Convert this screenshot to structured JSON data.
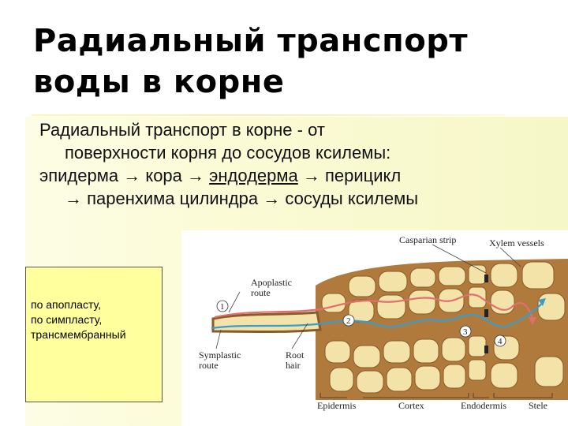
{
  "title": {
    "line1": "Радиальный транспорт",
    "line2": "воды в корне"
  },
  "bullet": {
    "line1": "Радиальный транспорт в корне - от",
    "line2": "поверхности корня до сосудов ксилемы:",
    "line3_a": "эпидерма → кора → ",
    "line3_b": "эндодерма",
    "line3_c": " →  перицикл",
    "line4": "→ паренхима цилиндра → сосуды ксилемы"
  },
  "routes_box": {
    "line1": "по апопласту,",
    "line2": "по симпласту,",
    "line3": "трансмембранный"
  },
  "figure": {
    "casparian_strip": "Casparian strip",
    "xylem_vessels": "Xylem vessels",
    "apoplastic_route_1": "Apoplastic",
    "apoplastic_route_2": "route",
    "symplastic_route_1": "Symplastic",
    "symplastic_route_2": "route",
    "root_hair_1": "Root",
    "root_hair_2": "hair",
    "epidermis": "Epidermis",
    "cortex": "Cortex",
    "endodermis": "Endodermis",
    "stele": "Stele",
    "markers": [
      "1",
      "2",
      "3",
      "4"
    ],
    "colors": {
      "cell_fill": "#f3e3a8",
      "cell_wall": "#b07a3c",
      "apoplastic": "#e07070",
      "symplastic": "#3a9cc8",
      "box_fill": "#ffff9e"
    }
  }
}
